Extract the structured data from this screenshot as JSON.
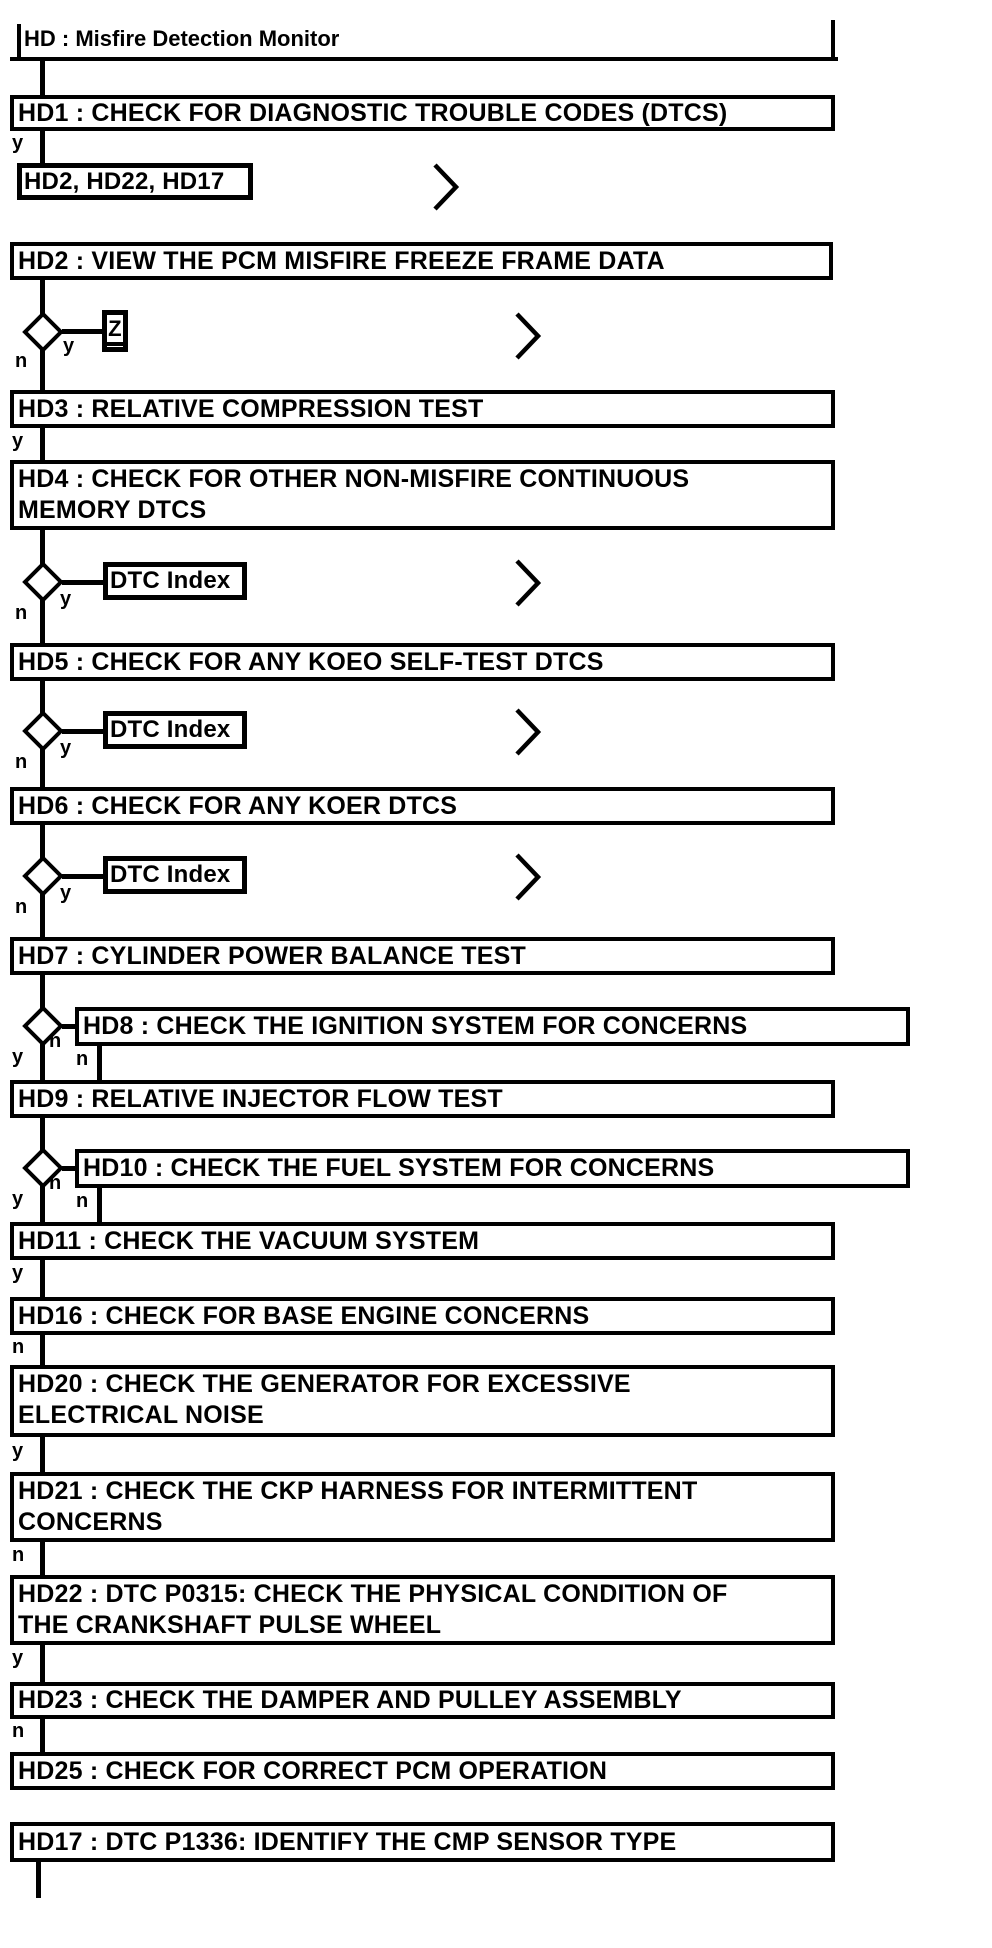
{
  "title": "HD : Misfire Detection Monitor",
  "branch_labels": {
    "yes": "y",
    "no": "n"
  },
  "reference": {
    "label": "HD2, HD22, HD17"
  },
  "pinpoint": {
    "label": "Z"
  },
  "dtc_index": {
    "label": "DTC Index"
  },
  "steps": {
    "hd1": {
      "lines": [
        "HD1 : CHECK FOR DIAGNOSTIC TROUBLE CODES (DTCS)"
      ]
    },
    "hd2": {
      "lines": [
        "HD2 : VIEW THE PCM MISFIRE FREEZE FRAME DATA"
      ]
    },
    "hd3": {
      "lines": [
        "HD3 : RELATIVE COMPRESSION TEST"
      ]
    },
    "hd4": {
      "lines": [
        "HD4 : CHECK FOR OTHER NON-MISFIRE CONTINUOUS",
        "MEMORY DTCS"
      ]
    },
    "hd5": {
      "lines": [
        "HD5 : CHECK FOR ANY KOEO SELF-TEST DTCS"
      ]
    },
    "hd6": {
      "lines": [
        "HD6 : CHECK FOR ANY KOER DTCS"
      ]
    },
    "hd7": {
      "lines": [
        "HD7 : CYLINDER POWER BALANCE TEST"
      ]
    },
    "hd8": {
      "lines": [
        "HD8 : CHECK THE IGNITION SYSTEM FOR CONCERNS"
      ]
    },
    "hd9": {
      "lines": [
        "HD9 : RELATIVE INJECTOR FLOW TEST"
      ]
    },
    "hd10": {
      "lines": [
        "HD10 : CHECK THE FUEL SYSTEM FOR CONCERNS"
      ]
    },
    "hd11": {
      "lines": [
        "HD11 : CHECK THE VACUUM SYSTEM"
      ]
    },
    "hd16": {
      "lines": [
        "HD16 : CHECK FOR BASE ENGINE CONCERNS"
      ]
    },
    "hd20": {
      "lines": [
        "HD20 : CHECK THE GENERATOR FOR EXCESSIVE",
        "ELECTRICAL NOISE"
      ]
    },
    "hd21": {
      "lines": [
        "HD21 : CHECK THE CKP HARNESS FOR INTERMITTENT",
        "CONCERNS"
      ]
    },
    "hd22": {
      "lines": [
        "HD22 : DTC P0315: CHECK THE PHYSICAL CONDITION OF",
        "THE CRANKSHAFT PULSE WHEEL"
      ]
    },
    "hd23": {
      "lines": [
        "HD23 : CHECK THE DAMPER AND PULLEY ASSEMBLY"
      ]
    },
    "hd25": {
      "lines": [
        "HD25 : CHECK FOR CORRECT PCM OPERATION"
      ]
    },
    "hd17": {
      "lines": [
        "HD17 : DTC P1336: IDENTIFY THE CMP SENSOR TYPE"
      ]
    }
  },
  "colors": {
    "ink": "#000000",
    "background": "#ffffff"
  }
}
